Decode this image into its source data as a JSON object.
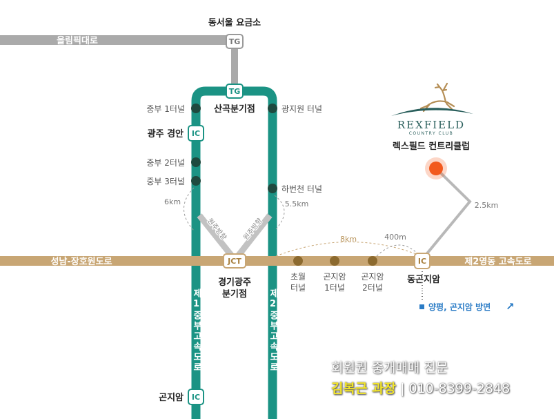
{
  "map": {
    "roads": {
      "olympic_expressway": "올림픽대로",
      "seongnam_janghowon": "성남-장호원도로",
      "second_yeongdong": "제2영동 고속도로",
      "first_jungbu": "제1중부고속도로",
      "second_jungbu": "제2중부고속도로"
    },
    "junctions": {
      "dongseoul_tollgate": {
        "label": "동서울 요금소",
        "badge": "TG"
      },
      "sangok": {
        "label": "산곡분기점",
        "badge": "TG"
      },
      "gwangju_gyeongan": {
        "label": "광주 경안",
        "badge": "IC"
      },
      "gyeonggi_gwangju": {
        "label_line1": "경기광주",
        "label_line2": "분기점",
        "badge": "JCT"
      },
      "dong_gonjiam": {
        "label": "동곤지암",
        "badge": "IC"
      },
      "gonjiam": {
        "label": "곤지암",
        "badge": "IC"
      }
    },
    "tunnels": {
      "jungbu1": "중부 1터널",
      "jungbu2": "중부 2터널",
      "jungbu3": "중부 3터널",
      "gwangjiwon": "광지원 터널",
      "habeoncheon": "하번천 터널",
      "chowol": [
        "초월",
        "터널"
      ],
      "gonjiam1": [
        "곤지암",
        "1터널"
      ],
      "gonjiam2": [
        "곤지암",
        "2터널"
      ]
    },
    "distances": {
      "left_arc": "6km",
      "right_arc": "5.5km",
      "jct_to_ic": "8km",
      "tunnel_to_ic": "400m",
      "ic_to_club": "2.5km"
    },
    "direction_labels": [
      "원주방향",
      "원주방향"
    ],
    "destination": {
      "logo_name": "REXFIELD",
      "logo_sub": "COUNTRY CLUB",
      "label": "렉스필드 컨트리클럽"
    },
    "exit_direction": {
      "label": "양평, 곤지암 방면",
      "arrow": "↗"
    }
  },
  "advert": {
    "line1": "회원권 중개매매 전문",
    "name": "김복근 과장",
    "phone": "| 010-8399-2848"
  },
  "colors": {
    "teal": "#1b9384",
    "tan": "#c8a674",
    "gray": "#aaaaaa",
    "dot_dark": "#1e4a3f",
    "dot_brown": "#8c6a2f",
    "red": "#f25a1e",
    "blue": "#2b7cc6",
    "yellow": "#f3e52a"
  }
}
